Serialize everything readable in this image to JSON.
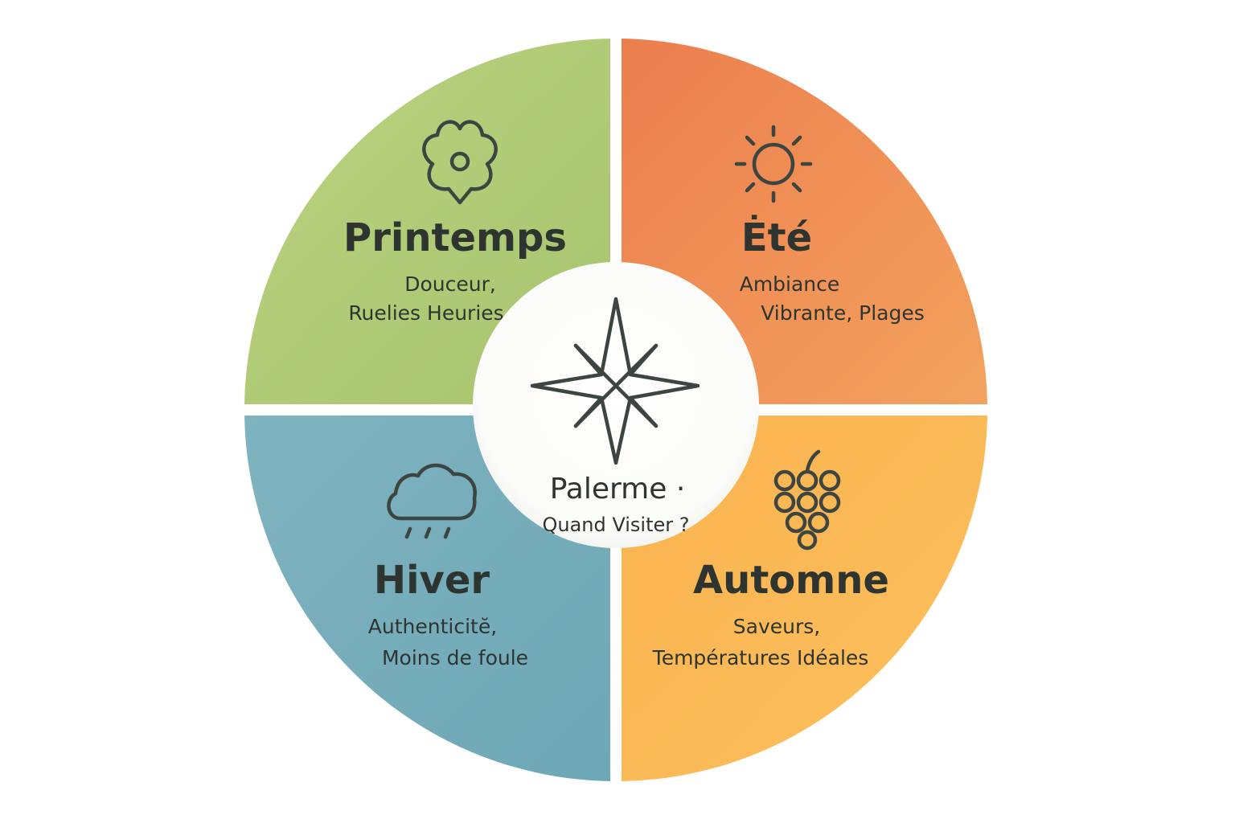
{
  "quadrants": {
    "spring": {
      "title": "Printemps",
      "subtitle_line1": "Douceur,",
      "subtitle_line2": "Ruelies Heuries",
      "icon": "flower-icon",
      "color_from": "#b9d27f",
      "color_to": "#a8c46f"
    },
    "summer": {
      "title": "Ėté",
      "subtitle_line1": "Ambiance",
      "subtitle_line2": "Vibrante, Plages",
      "icon": "sun-icon",
      "color_from": "#ec7e4e",
      "color_to": "#f3a25e"
    },
    "winter": {
      "title": "Hiver",
      "subtitle_line1": "Authenticitĕ,",
      "subtitle_line2": "Moins de foule",
      "icon": "rain-cloud-icon",
      "color_from": "#7fb3c0",
      "color_to": "#6ea7b6"
    },
    "autumn": {
      "title": "Automne",
      "subtitle_line1": "Saveurs,",
      "subtitle_line2": "Températures Idéales",
      "icon": "grapes-icon",
      "color_from": "#f9b34f",
      "color_to": "#fcc05e"
    }
  },
  "center": {
    "title": "Palerme ·",
    "subtitle": "Quand Visiter ?",
    "icon": "compass-star-icon"
  }
}
